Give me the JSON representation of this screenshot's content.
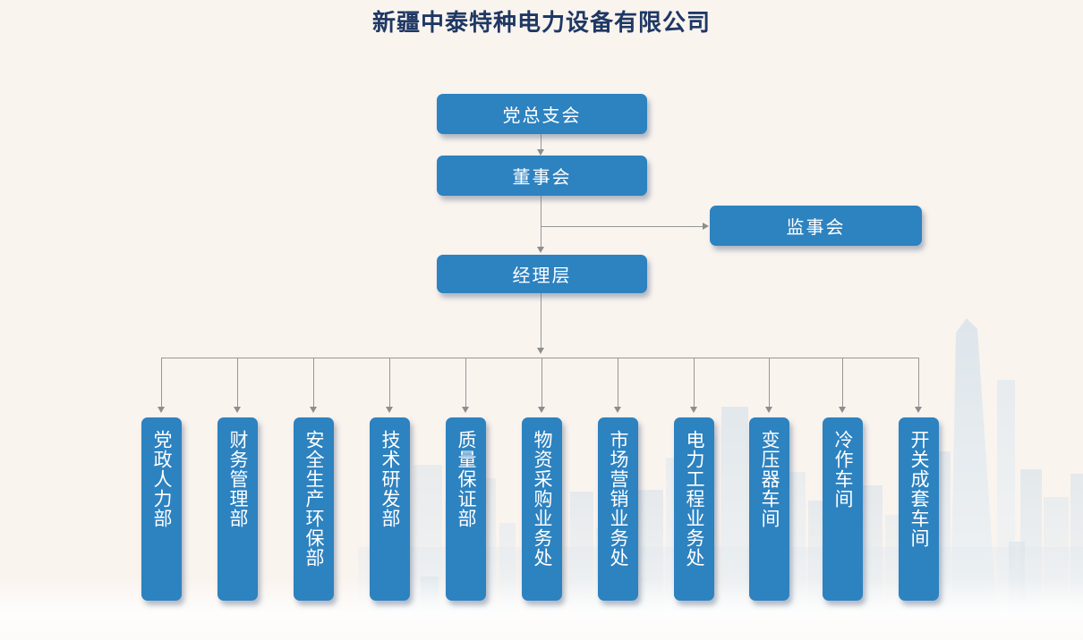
{
  "title": "新疆中泰特种电力设备有限公司",
  "org": {
    "nodes": {
      "party_committee": "党总支会",
      "board": "董事会",
      "supervisory_board": "监事会",
      "management": "经理层"
    },
    "departments": [
      {
        "label": "党政人力部"
      },
      {
        "label": "财务管理部"
      },
      {
        "label": "安全生产环保部"
      },
      {
        "label": "技术研发部"
      },
      {
        "label": "质量保证部"
      },
      {
        "label": "物资采购业务处"
      },
      {
        "label": "市场营销业务处"
      },
      {
        "label": "电力工程业务处"
      },
      {
        "label": "变压器车间"
      },
      {
        "label": "冷作车间"
      },
      {
        "label": "开关成套车间"
      }
    ]
  },
  "colors": {
    "background": "#faf4ef",
    "node_blue": "#2d82c0",
    "node_text": "#ffffff",
    "title_text": "#1f3864",
    "connector_gray": "#979797"
  }
}
